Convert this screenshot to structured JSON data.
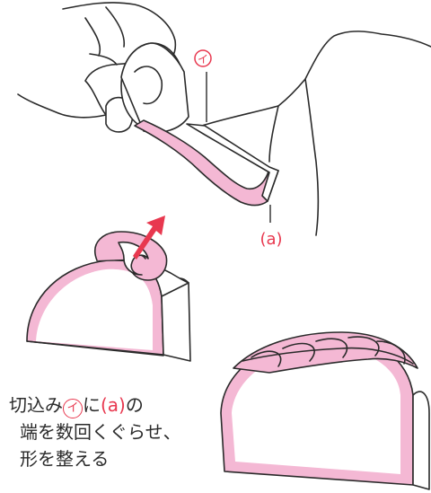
{
  "labels": {
    "i_marker": "イ",
    "a_marker": "(a)"
  },
  "caption": {
    "step_marker": "",
    "line1_pre": "切込み",
    "line1_i": "イ",
    "line1_mid": "に",
    "line1_a": "(a)",
    "line1_post": "の",
    "line2": "端を数回くぐらせ、",
    "line3": "形を整える"
  },
  "colors": {
    "accent": "#e8384f",
    "fill_pink": "#f4b8d4",
    "line": "#2a2a2a"
  }
}
